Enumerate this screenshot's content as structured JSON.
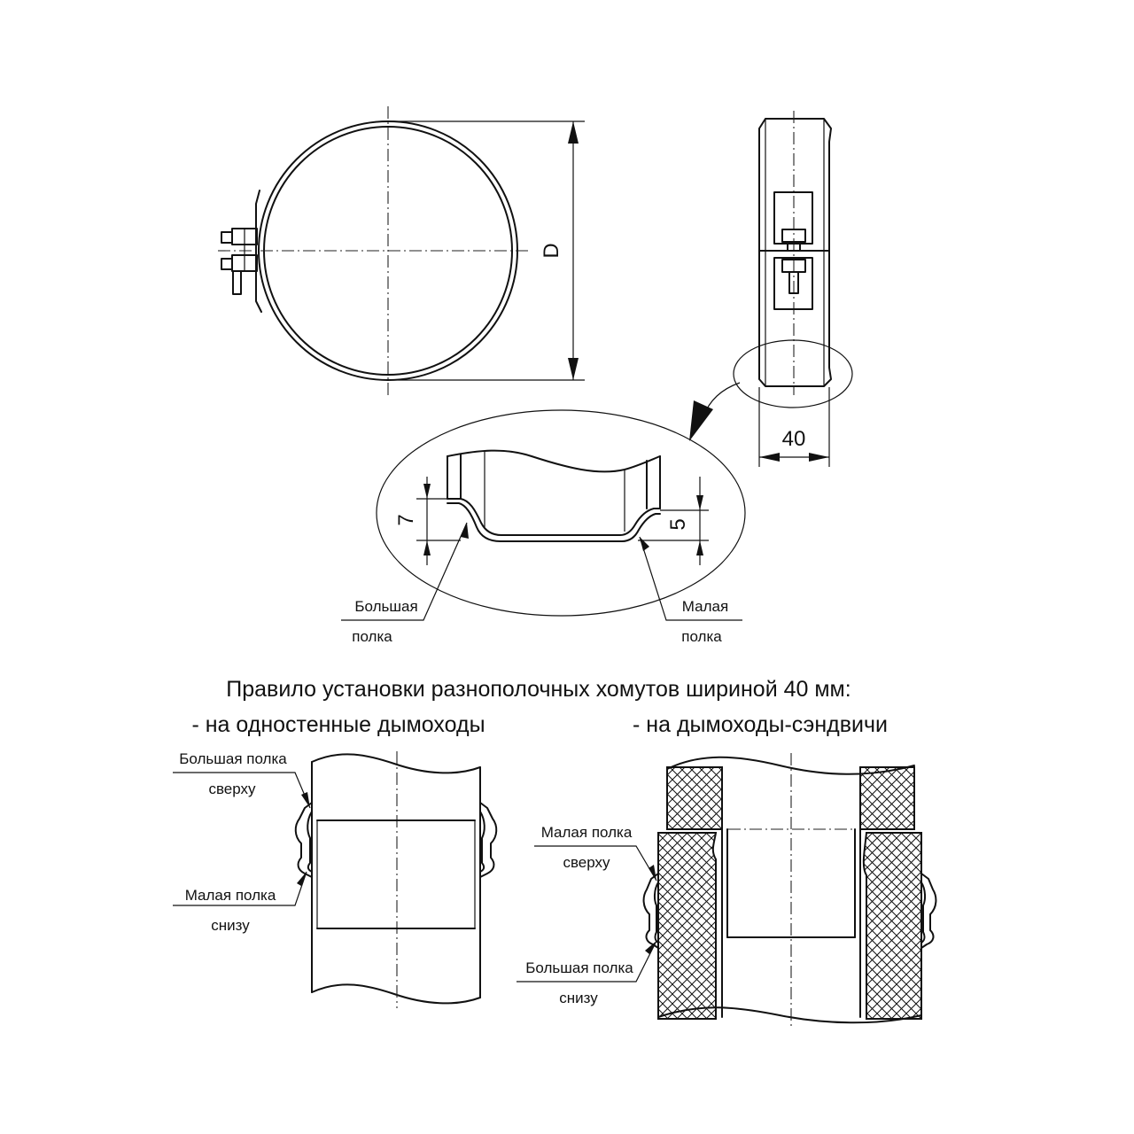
{
  "title": "Правило установки разнополочных хомутов шириной 40 мм:",
  "dimensions": {
    "diameter": "D",
    "width": "40",
    "big_shelf_height": "7",
    "small_shelf_height": "5"
  },
  "detail_labels": {
    "big_shelf_line1": "Большая",
    "big_shelf_line2": "полка",
    "small_shelf_line1": "Малая",
    "small_shelf_line2": "полка"
  },
  "single_wall": {
    "caption": "- на одностенные дымоходы",
    "top_label_line1": "Большая полка",
    "top_label_line2": "сверху",
    "bottom_label_line1": "Малая полка",
    "bottom_label_line2": "снизу"
  },
  "sandwich": {
    "caption": "- на дымоходы-сэндвичи",
    "top_label_line1": "Малая полка",
    "top_label_line2": "сверху",
    "bottom_label_line1": "Большая полка",
    "bottom_label_line2": "снизу"
  }
}
